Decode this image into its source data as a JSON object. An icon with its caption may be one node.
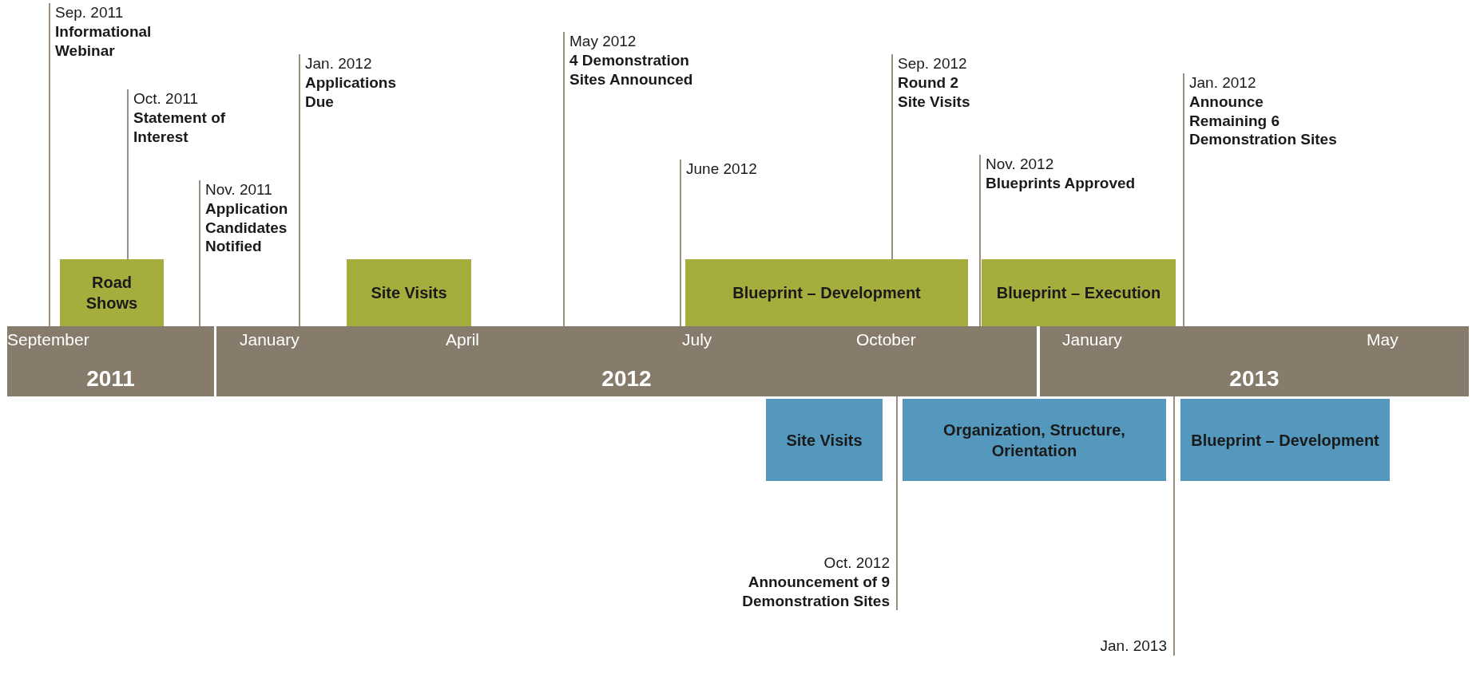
{
  "diagram": {
    "nodes": [
      {
        "text": [
          "2011"
        ]
      },
      {
        "text": [
          "2012"
        ]
      },
      {
        "text": [
          "2013"
        ]
      },
      {
        "text": [
          "Road Shows"
        ]
      },
      {
        "text": [
          "Site Visits"
        ]
      },
      {
        "text": [
          "Blueprint – Development"
        ]
      },
      {
        "text": [
          "Blueprint – Execution"
        ]
      },
      {
        "text": [
          "Site Visits"
        ]
      },
      {
        "text": [
          "Organization, Structure, Orientation"
        ]
      },
      {
        "text": [
          "Blueprint – Development"
        ]
      },
      {
        "text": [
          "Sep. 2011",
          "Informational Webinar"
        ]
      },
      {
        "text": [
          "Oct. 2011",
          "Statement of Interest"
        ]
      },
      {
        "text": [
          "Nov. 2011",
          "Application Candidates Notified"
        ]
      },
      {
        "text": [
          "Jan. 2012",
          "Applications Due"
        ]
      },
      {
        "text": [
          "May 2012",
          "4 Demonstration Sites Announced"
        ]
      },
      {
        "text": [
          "June 2012"
        ]
      },
      {
        "text": [
          "Sep. 2012",
          "Round 2 Site Visits"
        ]
      },
      {
        "text": [
          "Nov. 2012",
          "Blueprints Approved"
        ]
      },
      {
        "text": [
          "Jan. 2012",
          "Announce Remaining 6 Demonstration Sites"
        ]
      },
      {
        "text": [
          "Oct. 2012",
          "Announcement of 9 Demonstration Sites"
        ]
      },
      {
        "text": [
          "Jan. 2013"
        ]
      }
    ],
    "edges": [
      {
        "from": 10,
        "to": 0,
        "arrow": "none"
      },
      {
        "from": 11,
        "to": 0,
        "arrow": "none"
      },
      {
        "from": 12,
        "to": 0,
        "arrow": "none"
      },
      {
        "from": 13,
        "to": 1,
        "arrow": "none"
      },
      {
        "from": 14,
        "to": 1,
        "arrow": "none"
      },
      {
        "from": 15,
        "to": 1,
        "arrow": "none"
      },
      {
        "from": 16,
        "to": 1,
        "arrow": "none"
      },
      {
        "from": 17,
        "to": 1,
        "arrow": "none"
      },
      {
        "from": 18,
        "to": 2,
        "arrow": "none"
      },
      {
        "from": 19,
        "to": 1,
        "arrow": "none"
      },
      {
        "from": 20,
        "to": 2,
        "arrow": "none"
      }
    ],
    "labels": [
      "September",
      "January",
      "April",
      "July",
      "October",
      "January",
      "May"
    ]
  }
}
